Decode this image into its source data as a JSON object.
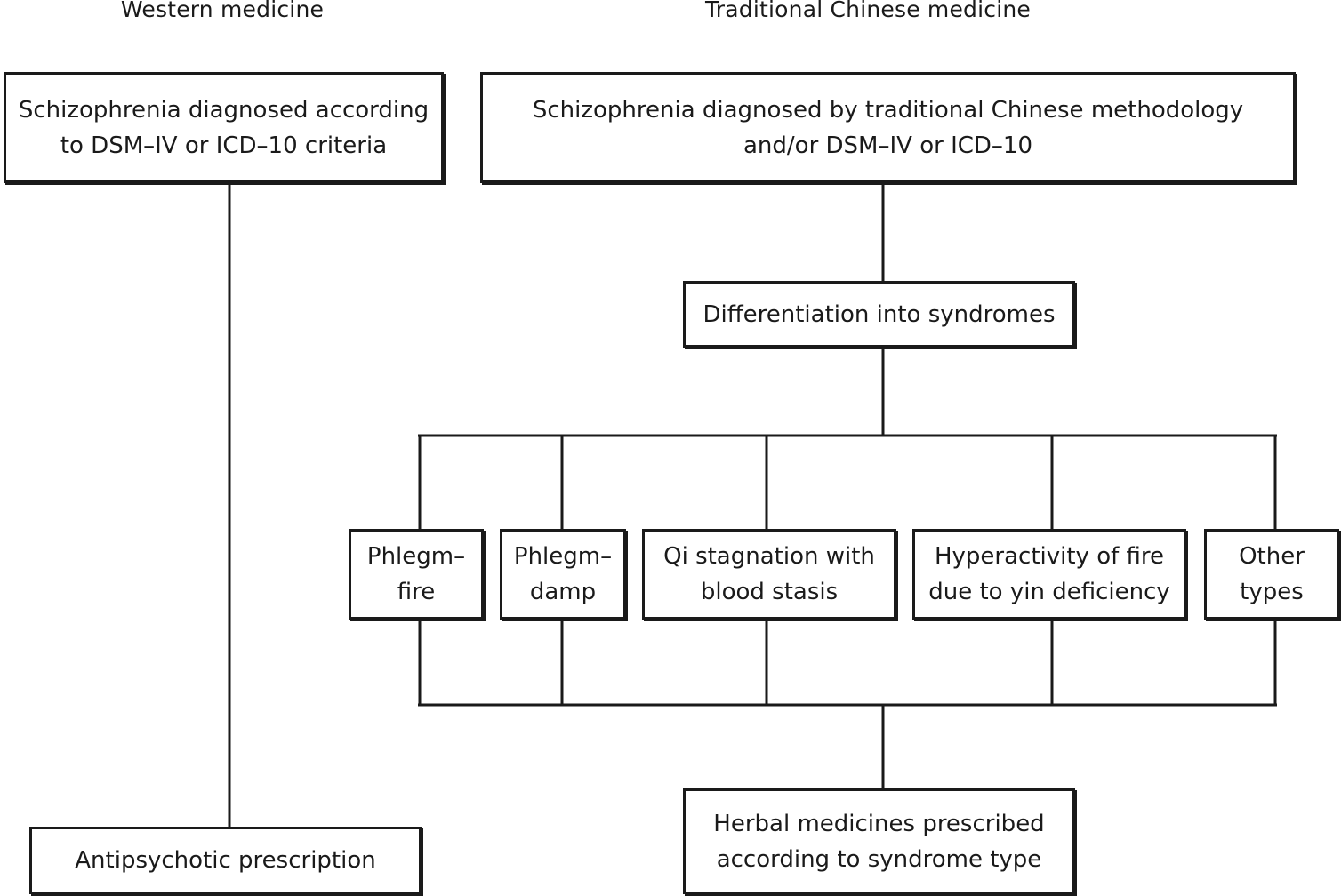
{
  "headings": {
    "western": "Western medicine",
    "tcm": "Traditional Chinese medicine"
  },
  "nodes": {
    "western_diagnosis": "Schizophrenia diagnosed according\nto DSM–IV or ICD–10 criteria",
    "tcm_diagnosis": "Schizophrenia diagnosed by traditional Chinese methodology\nand/or DSM–IV or ICD–10",
    "differentiation": "Differentiation into syndromes",
    "syndromes": [
      "Phlegm–\nfire",
      "Phlegm–\ndamp",
      "Qi stagnation with\nblood stasis",
      "Hyperactivity of fire\ndue to yin deficiency",
      "Other\ntypes"
    ],
    "antipsychotic": "Antipsychotic prescription",
    "herbal": "Herbal medicines prescribed\naccording to syndrome type"
  },
  "edges": [
    [
      "western_diagnosis",
      "antipsychotic"
    ],
    [
      "tcm_diagnosis",
      "differentiation"
    ],
    [
      "differentiation",
      "syndrome-1"
    ],
    [
      "differentiation",
      "syndrome-2"
    ],
    [
      "differentiation",
      "syndrome-3"
    ],
    [
      "differentiation",
      "syndrome-4"
    ],
    [
      "differentiation",
      "syndrome-5"
    ],
    [
      "syndrome-1",
      "herbal"
    ],
    [
      "syndrome-2",
      "herbal"
    ],
    [
      "syndrome-3",
      "herbal"
    ],
    [
      "syndrome-4",
      "herbal"
    ],
    [
      "syndrome-5",
      "herbal"
    ]
  ]
}
